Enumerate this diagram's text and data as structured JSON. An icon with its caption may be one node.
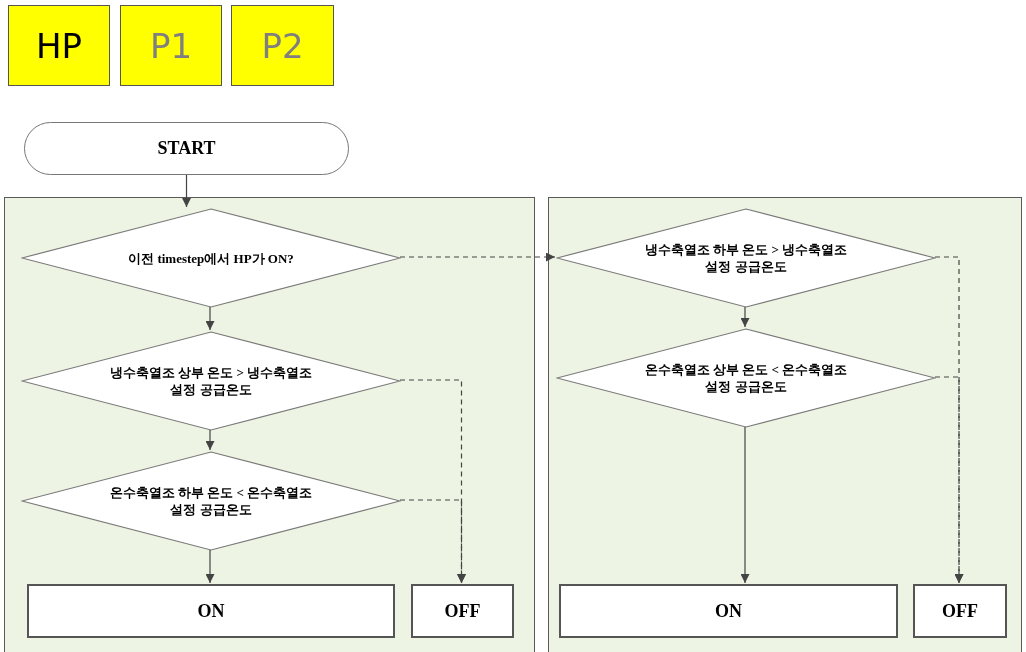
{
  "diagram": {
    "nodes": [
      {
        "text": [
          "HP"
        ]
      },
      {
        "text": [
          "P1"
        ]
      },
      {
        "text": [
          "P2"
        ]
      },
      {
        "text": [
          "START"
        ]
      },
      {
        "text": [],
        "shape": "box"
      },
      {
        "text": [
          "이전 timestep에서 HP가 ON?"
        ],
        "in": 4
      },
      {
        "text": [
          "냉수축열조 상부 온도 > 냉수축열조 설정 공급온도"
        ],
        "in": 4
      },
      {
        "text": [
          "온수축열조 하부 온도 < 온수축열조 설정 공급온도"
        ],
        "in": 4
      },
      {
        "text": [
          "ON"
        ],
        "in": 4
      },
      {
        "text": [
          "OFF"
        ],
        "in": 4
      },
      {
        "text": [],
        "shape": "box"
      },
      {
        "text": [
          "냉수축열조 하부 온도 > 냉수축열조 설정 공급온도"
        ],
        "in": 10
      },
      {
        "text": [
          "온수축열조 상부 온도 <  온수축열조 설정 공급온도"
        ],
        "in": 10
      },
      {
        "text": [
          "ON"
        ],
        "in": 10
      },
      {
        "text": [
          "OFF"
        ],
        "in": 10
      }
    ],
    "edges": [
      {
        "from": 3,
        "to": 5,
        "arrow": "to"
      },
      {
        "from": 5,
        "to": 6,
        "arrow": "to"
      },
      {
        "from": 6,
        "to": 7,
        "arrow": "to"
      },
      {
        "from": 7,
        "to": 8,
        "arrow": "to"
      },
      {
        "from": 6,
        "to": 9,
        "arrow": "to",
        "style": "dashed"
      },
      {
        "from": 7,
        "to": 9,
        "arrow": "to",
        "style": "dashed"
      },
      {
        "from": 5,
        "to": 11,
        "arrow": "to",
        "style": "dashed"
      },
      {
        "from": 11,
        "to": 12,
        "arrow": "to"
      },
      {
        "from": 12,
        "to": 13,
        "arrow": "to"
      },
      {
        "from": 11,
        "to": 14,
        "arrow": "to",
        "style": "dashed"
      },
      {
        "from": 12,
        "to": 14,
        "arrow": "to",
        "style": "dashed"
      }
    ]
  }
}
